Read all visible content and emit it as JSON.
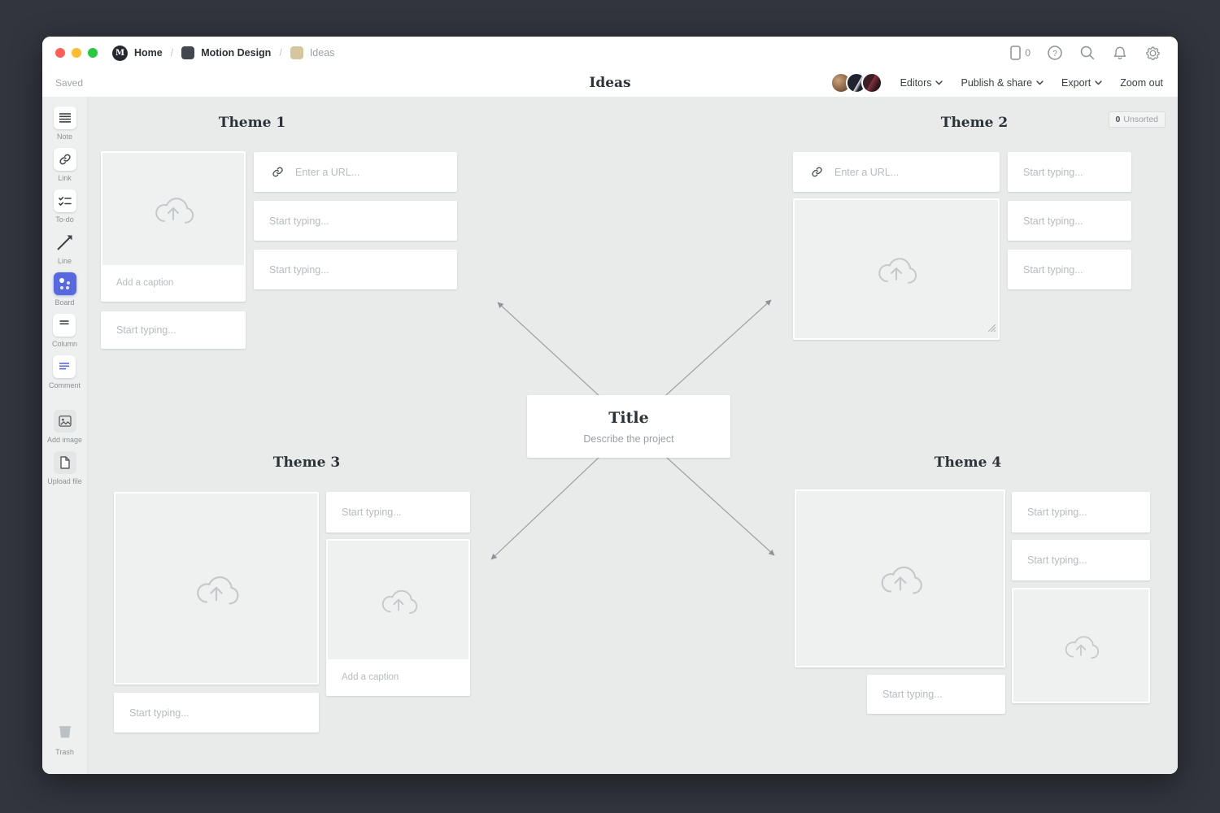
{
  "titlebar": {
    "logo_letter": "M",
    "breadcrumb": {
      "home": "Home",
      "separator": "/",
      "project": "Motion Design",
      "board": "Ideas"
    },
    "device_count": "0"
  },
  "toolbar": {
    "saved_status": "Saved",
    "board_title": "Ideas",
    "editors_label": "Editors",
    "publish_share_label": "Publish & share",
    "export_label": "Export",
    "zoom_out_label": "Zoom out"
  },
  "sidebar": {
    "tools": [
      {
        "label": "Note"
      },
      {
        "label": "Link"
      },
      {
        "label": "To-do"
      },
      {
        "label": "Line"
      },
      {
        "label": "Board"
      },
      {
        "label": "Column"
      },
      {
        "label": "Comment"
      },
      {
        "label": "Add image"
      },
      {
        "label": "Upload file"
      }
    ],
    "trash_label": "Trash"
  },
  "canvas": {
    "unsorted": {
      "count": "0",
      "label": "Unsorted"
    },
    "themes": [
      {
        "name": "Theme 1"
      },
      {
        "name": "Theme 2"
      },
      {
        "name": "Theme 3"
      },
      {
        "name": "Theme 4"
      }
    ],
    "center_card": {
      "title": "Title",
      "subtitle": "Describe the project"
    },
    "placeholders": {
      "url": "Enter a URL...",
      "typing": "Start typing...",
      "caption": "Add a caption"
    }
  },
  "colors": {
    "accent_blue": "#5868df",
    "canvas_bg": "#e8ebe9",
    "frame_bg": "#32353d"
  }
}
